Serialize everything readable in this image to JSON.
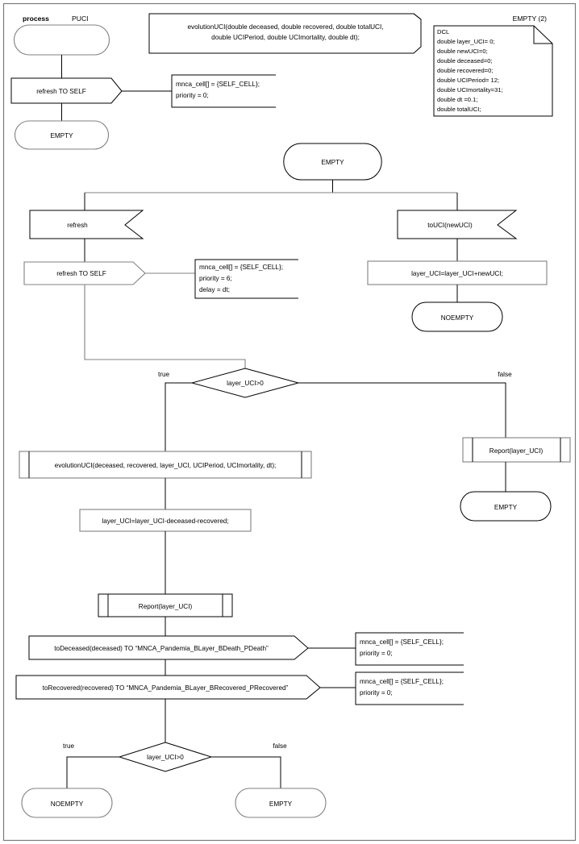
{
  "diagram": {
    "type": "SDL process diagram",
    "page_header": {
      "keyword": "process",
      "name": "PUCI",
      "page_label": "EMPTY (2)"
    },
    "procedure_decl": {
      "line1": "evolutionUCI(double deceased, double recovered, double totalUCI,",
      "line2": "double UCIPeriod, double UCImortality, double dt);"
    },
    "dcl_note": {
      "title": "DCL",
      "lines": [
        "double layer_UCI= 0;",
        "double newUCI=0;",
        "double deceased=0;",
        "double recovered=0;",
        "double UCIPeriod= 12;",
        "double UCImortality=31;",
        "double dt =0.1;",
        "double totalUCI;"
      ]
    },
    "start_state": {
      "label": ""
    },
    "out_refresh_self_1": {
      "label": "refresh TO SELF"
    },
    "note_1": {
      "lines": [
        "mnca_cell[] = {SELF_CELL};",
        "priority = 0;"
      ]
    },
    "state_empty_1": {
      "label": "EMPTY"
    },
    "state_empty_main": {
      "label": "EMPTY"
    },
    "input_refresh": {
      "label": "refresh"
    },
    "input_touci": {
      "label": "toUCI(newUCI)"
    },
    "out_refresh_self_2": {
      "label": "refresh TO SELF"
    },
    "note_2": {
      "lines": [
        "mnca_cell[] = {SELF_CELL};",
        "priority = 6;",
        "delay = dt;"
      ]
    },
    "task_add_uci": {
      "label": "layer_UCI=layer_UCI+newUCI;"
    },
    "state_noempty_right": {
      "label": "NOEMPTY"
    },
    "decision_1": {
      "label": "layer_UCI>0",
      "true_label": "true",
      "false_label": "false"
    },
    "call_evolution": {
      "label": "evolutionUCI(deceased, recovered, layer_UCI, UCIPeriod, UCImortality, dt);"
    },
    "task_subtract": {
      "label": "layer_UCI=layer_UCI-deceased-recovered;"
    },
    "call_report_right": {
      "label": "Report(layer_UCI)"
    },
    "state_empty_right": {
      "label": "EMPTY"
    },
    "call_report_main": {
      "label": "Report(layer_UCI)"
    },
    "out_deceased": {
      "label": "toDeceased(deceased) TO “MNCA_Pandemia_BLayer_BDeath_PDeath”"
    },
    "note_3": {
      "lines": [
        "mnca_cell[] = {SELF_CELL};",
        "priority = 0;"
      ]
    },
    "out_recovered": {
      "label": "toRecovered(recovered) TO “MNCA_Pandemia_BLayer_BRecovered_PRecovered”"
    },
    "note_4": {
      "lines": [
        "mnca_cell[] = {SELF_CELL};",
        "priority = 0;"
      ]
    },
    "decision_2": {
      "label": "layer_UCI>0",
      "true_label": "true",
      "false_label": "false"
    },
    "state_noempty_bottom": {
      "label": "NOEMPTY"
    },
    "state_empty_bottom": {
      "label": "EMPTY"
    }
  }
}
